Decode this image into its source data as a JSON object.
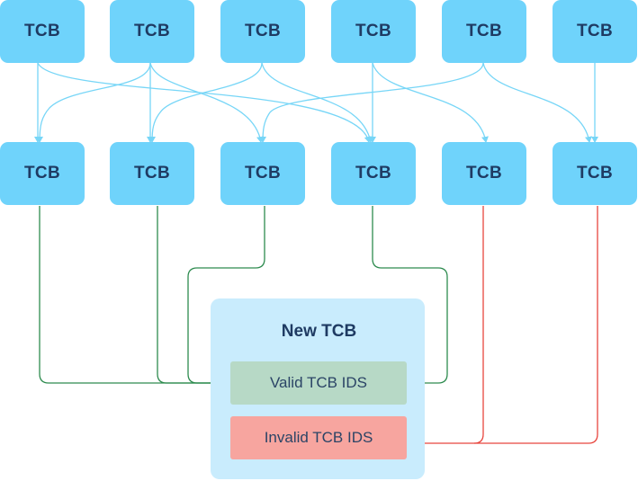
{
  "colors": {
    "node_fill": "#6fd3fb",
    "node_text": "#1f3b63",
    "link_blue": "#77d6f7",
    "link_green": "#2e8b4f",
    "link_red": "#e8463e",
    "panel_fill": "#c9ecfd",
    "valid_fill": "#b7d9c6",
    "invalid_fill": "#f7a59f"
  },
  "top_row": [
    "TCB",
    "TCB",
    "TCB",
    "TCB",
    "TCB",
    "TCB"
  ],
  "middle_row": [
    "TCB",
    "TCB",
    "TCB",
    "TCB",
    "TCB",
    "TCB"
  ],
  "new_tcb": {
    "title": "New TCB",
    "valid_label": "Valid TCB IDS",
    "invalid_label": "Invalid TCB IDS"
  }
}
